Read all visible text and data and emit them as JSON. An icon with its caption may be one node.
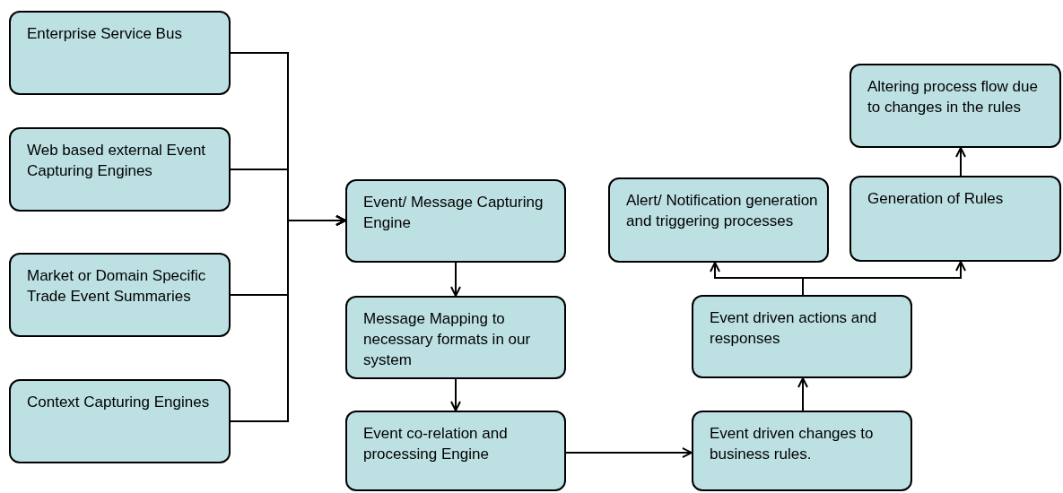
{
  "diagram": {
    "nodes": [
      {
        "text": [
          "Enterprise Service Bus"
        ]
      },
      {
        "text": [
          "Web based external Event Capturing Engines"
        ]
      },
      {
        "text": [
          "Market or Domain Specific Trade Event Summaries"
        ]
      },
      {
        "text": [
          "Context Capturing Engines"
        ]
      },
      {
        "text": [
          "Event/ Message Capturing Engine"
        ]
      },
      {
        "text": [
          "Message Mapping to necessary formats in our system"
        ]
      },
      {
        "text": [
          "Event co-relation and processing Engine"
        ]
      },
      {
        "text": [
          "Event driven changes to business rules."
        ]
      },
      {
        "text": [
          "Event driven actions and responses"
        ]
      },
      {
        "text": [
          "Alert/ Notification generation and triggering processes"
        ]
      },
      {
        "text": [
          "Generation of Rules"
        ]
      },
      {
        "text": [
          "Altering process flow due to changes in the rules"
        ]
      }
    ],
    "edges": [
      {
        "from": 0,
        "to": 4,
        "arrow": "to"
      },
      {
        "from": 1,
        "to": 4,
        "arrow": "to"
      },
      {
        "from": 2,
        "to": 4,
        "arrow": "to"
      },
      {
        "from": 3,
        "to": 4,
        "arrow": "to"
      },
      {
        "from": 4,
        "to": 5,
        "arrow": "to"
      },
      {
        "from": 5,
        "to": 6,
        "arrow": "to"
      },
      {
        "from": 6,
        "to": 7,
        "arrow": "to"
      },
      {
        "from": 7,
        "to": 8,
        "arrow": "to"
      },
      {
        "from": 8,
        "to": 9,
        "arrow": "to"
      },
      {
        "from": 8,
        "to": 10,
        "arrow": "to"
      },
      {
        "from": 10,
        "to": 11,
        "arrow": "to"
      }
    ]
  }
}
